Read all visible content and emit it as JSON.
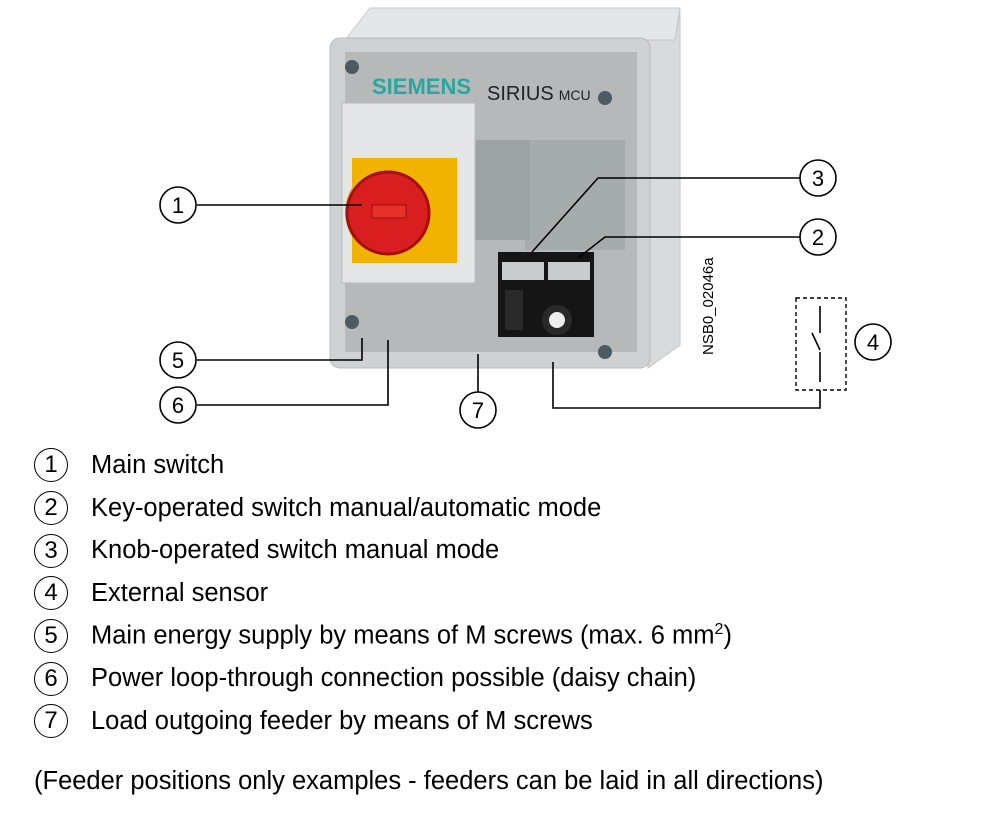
{
  "device": {
    "brand": "SIEMENS",
    "product": "SIRIUS",
    "product_suffix": "MCU",
    "drawing_id": "NSB0_02046a"
  },
  "callouts": [
    "1",
    "2",
    "3",
    "4",
    "5",
    "6",
    "7"
  ],
  "legend": [
    {
      "num": "1",
      "text": "Main switch"
    },
    {
      "num": "2",
      "text": "Key-operated switch manual/automatic mode"
    },
    {
      "num": "3",
      "text": "Knob-operated switch manual mode"
    },
    {
      "num": "4",
      "text": "External sensor"
    },
    {
      "num": "5",
      "text": "Main energy supply by means of M screws (max. 6 mm",
      "sup": "2",
      "tail": ")"
    },
    {
      "num": "6",
      "text": "Power loop-through connection possible (daisy chain)"
    },
    {
      "num": "7",
      "text": "Load outgoing feeder by means of M screws"
    }
  ],
  "note": "(Feeder positions only examples - feeders can be laid in all directions)",
  "colors": {
    "brand": "#2aa6a0",
    "knob": "#d81e1e",
    "knob_base": "#f2b200"
  }
}
